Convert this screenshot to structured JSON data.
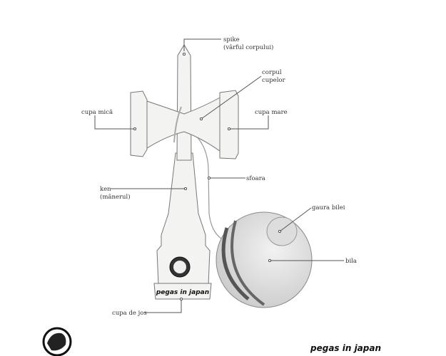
{
  "labels": {
    "spike_1": "spike",
    "spike_2": "(vârful corpului)",
    "body_1": "corpul",
    "body_2": "cupelor",
    "small_cup": "cupa mică",
    "big_cup": "cupa mare",
    "string": "sfoara",
    "ken_1": "ken",
    "ken_2": "(mânerul)",
    "ball_hole": "gaura bilei",
    "ball": "bila",
    "base_cup": "cupa de jos"
  },
  "branding": {
    "handle_print": "pegas in japan",
    "footer_wordmark": "pegas in japan"
  }
}
